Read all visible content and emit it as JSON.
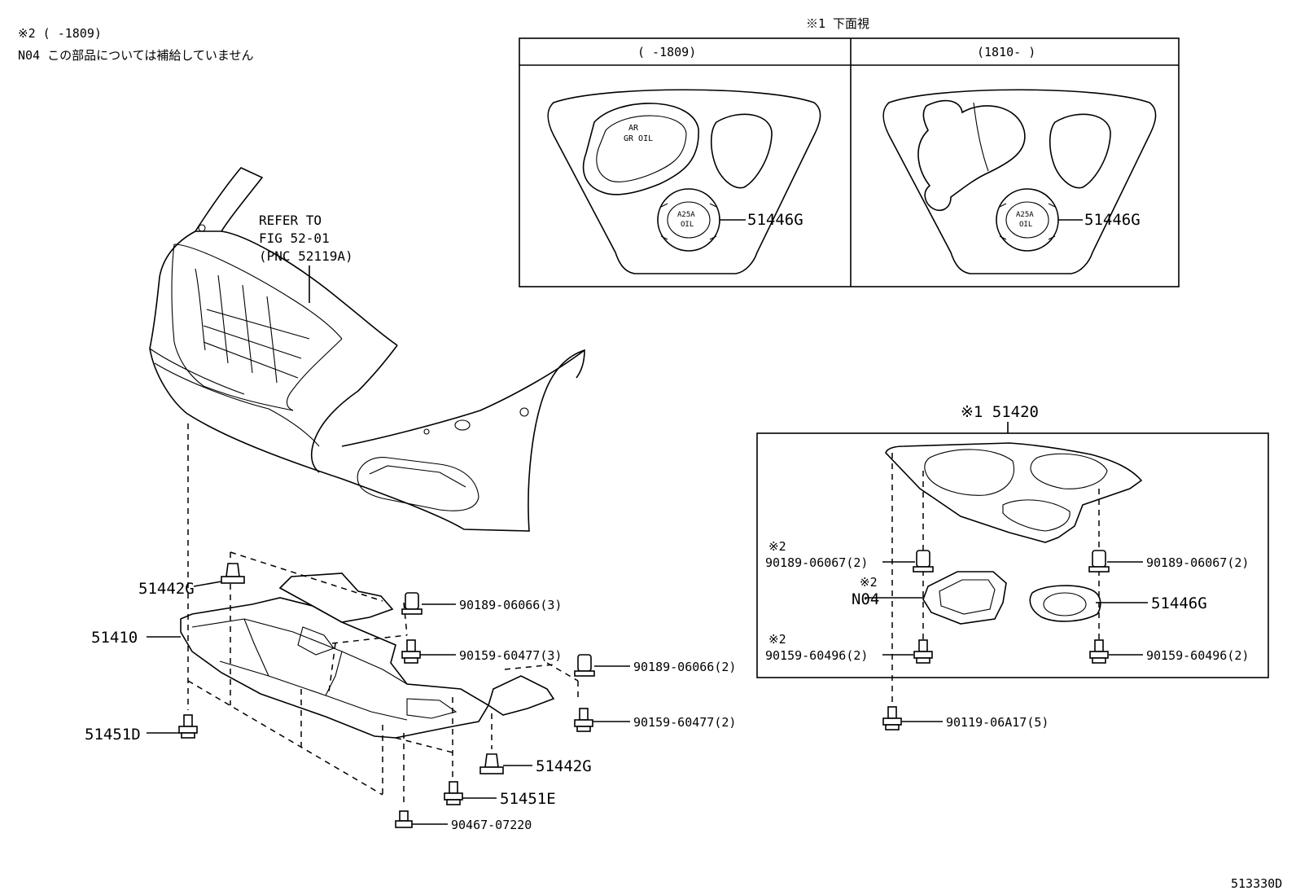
{
  "notes": {
    "note2": "※2 (    -1809)",
    "n04": "N04 この部品については補給していません"
  },
  "top_view": {
    "title": "※1 下面視",
    "col_left": "(    -1809)",
    "col_right": "(1810-    )",
    "left_cover_text_1": "AR",
    "left_cover_text_2": "GR OIL",
    "plug_text_1": "A25A",
    "plug_text_2": "OIL",
    "left_label": "51446G",
    "right_label": "51446G"
  },
  "bumper": {
    "refer_1": "REFER TO",
    "refer_2": "FIG 52-01",
    "refer_3": "(PNC 52119A)"
  },
  "lower_parts": {
    "p51442G_a": "51442G",
    "p51410": "51410",
    "p51451D": "51451D",
    "p51442G_b": "51442G",
    "p51451E": "51451E",
    "p90467": "90467-07220",
    "p90189_3": "90189-06066(3)",
    "p90159_3": "90159-60477(3)",
    "p90189_2": "90189-06066(2)",
    "p90159_2": "90159-60477(2)"
  },
  "inset": {
    "title": "※1 51420",
    "mark_a": "※2",
    "p90189_06067_l": "90189-06067(2)",
    "mark_b": "※2",
    "n04": "N04",
    "mark_c": "※2",
    "p90159_60496_l": "90159-60496(2)",
    "p90189_06067_r": "90189-06067(2)",
    "p51446G": "51446G",
    "p90159_60496_r": "90159-60496(2)",
    "p90119": "90119-06A17(5)"
  },
  "figure_code": "513330D"
}
